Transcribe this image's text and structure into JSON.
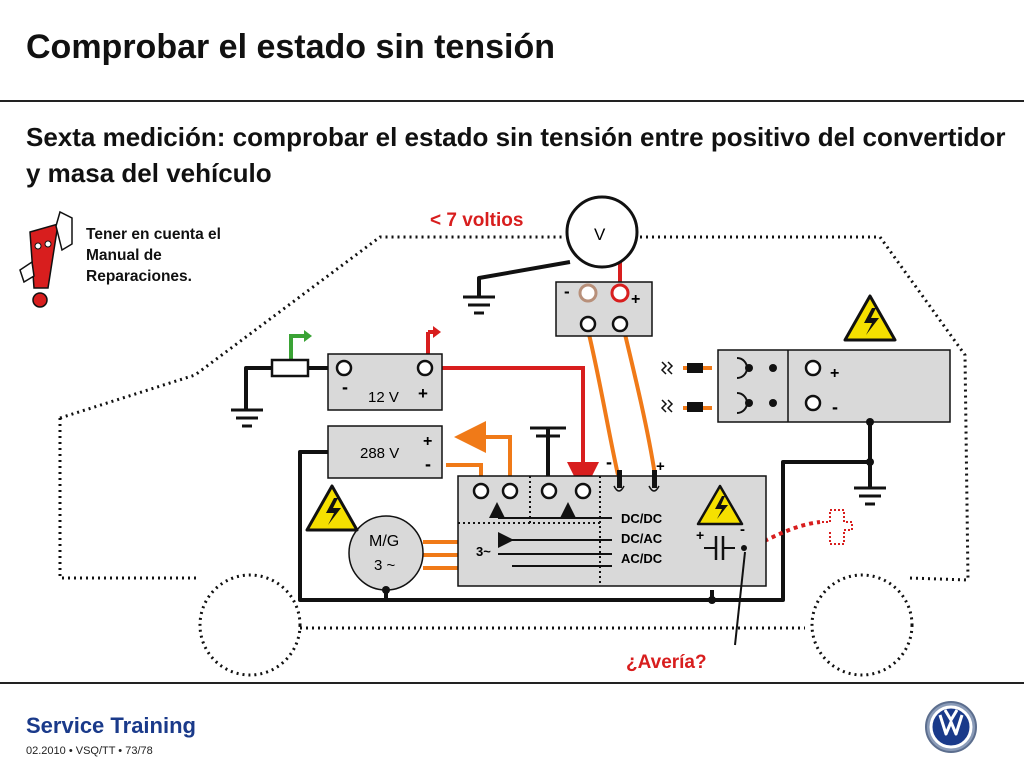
{
  "header": {
    "title": "Comprobar el estado sin tensión",
    "subtitle": "Sexta medición: comprobar el estado sin tensión entre positivo del convertidor y masa del vehículo"
  },
  "note": {
    "lines": [
      "Tener en cuenta el",
      "Manual de",
      "Reparaciones."
    ]
  },
  "diagram": {
    "voltage_limit": "< 7 voltios",
    "voltmeter_label": "V",
    "battery_12v": {
      "label": "12 V",
      "minus": "-",
      "plus": "+"
    },
    "battery_288v": {
      "label": "288 V",
      "plus": "+",
      "minus": "-"
    },
    "motor_generator": {
      "line1": "M/G",
      "line2": "3 ~"
    },
    "converter": {
      "dcdc": "DC/DC",
      "dcac": "DC/AC",
      "acdc": "AC/DC",
      "three_phase": "3~",
      "plus": "+",
      "minus": "-"
    },
    "measure_box": {
      "minus": "-",
      "plus": "+"
    },
    "connector_box": {
      "plus": "+",
      "minus": "-"
    },
    "fault_question": "¿Avería?",
    "colors": {
      "positive_wire": "#d81e1e",
      "hv_wire": "#f07a18",
      "ground_wire": "#111111",
      "ok_flag": "#3aa335",
      "warn_yellow": "#f5e000",
      "box_fill": "#d9d9d9"
    }
  },
  "footer": {
    "brand": "Service Training",
    "meta": "02.2010 • VSQ/TT • 73/78",
    "logo_icon": "vw-logo-icon"
  }
}
